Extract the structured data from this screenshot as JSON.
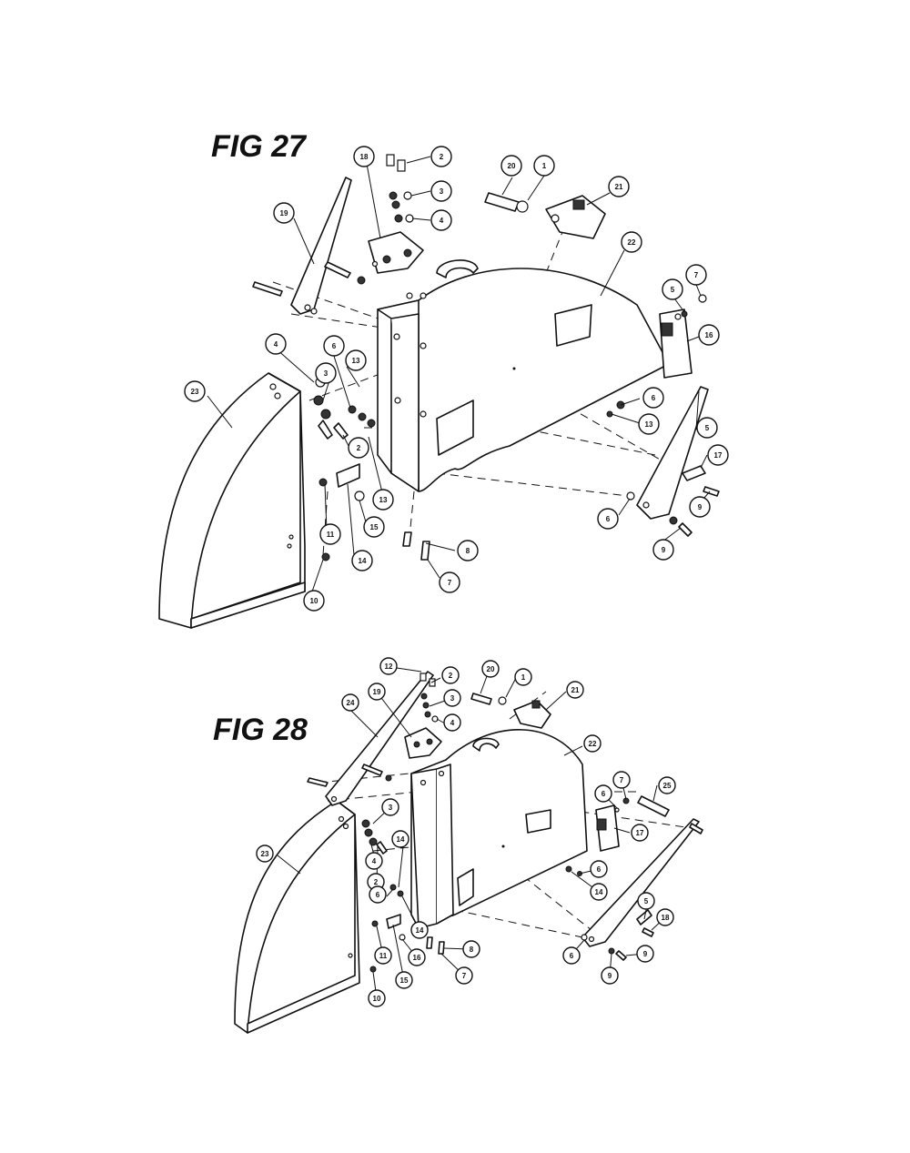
{
  "figures": [
    {
      "id": "fig27",
      "title": "FIG 27",
      "callouts": [
        {
          "label": "2"
        },
        {
          "label": "18"
        },
        {
          "label": "3"
        },
        {
          "label": "4"
        },
        {
          "label": "20"
        },
        {
          "label": "1"
        },
        {
          "label": "21"
        },
        {
          "label": "19"
        },
        {
          "label": "22"
        },
        {
          "label": "7"
        },
        {
          "label": "5"
        },
        {
          "label": "16"
        },
        {
          "label": "4"
        },
        {
          "label": "6"
        },
        {
          "label": "3"
        },
        {
          "label": "13"
        },
        {
          "label": "23"
        },
        {
          "label": "2"
        },
        {
          "label": "6"
        },
        {
          "label": "13"
        },
        {
          "label": "5"
        },
        {
          "label": "17"
        },
        {
          "label": "9"
        },
        {
          "label": "13"
        },
        {
          "label": "11"
        },
        {
          "label": "15"
        },
        {
          "label": "6"
        },
        {
          "label": "14"
        },
        {
          "label": "8"
        },
        {
          "label": "9"
        },
        {
          "label": "7"
        },
        {
          "label": "10"
        }
      ]
    },
    {
      "id": "fig28",
      "title": "FIG 28",
      "callouts": [
        {
          "label": "12"
        },
        {
          "label": "2"
        },
        {
          "label": "20"
        },
        {
          "label": "1"
        },
        {
          "label": "21"
        },
        {
          "label": "19"
        },
        {
          "label": "3"
        },
        {
          "label": "4"
        },
        {
          "label": "24"
        },
        {
          "label": "22"
        },
        {
          "label": "7"
        },
        {
          "label": "25"
        },
        {
          "label": "6"
        },
        {
          "label": "17"
        },
        {
          "label": "3"
        },
        {
          "label": "23"
        },
        {
          "label": "14"
        },
        {
          "label": "4"
        },
        {
          "label": "2"
        },
        {
          "label": "6"
        },
        {
          "label": "6"
        },
        {
          "label": "14"
        },
        {
          "label": "5"
        },
        {
          "label": "18"
        },
        {
          "label": "14"
        },
        {
          "label": "8"
        },
        {
          "label": "9"
        },
        {
          "label": "11"
        },
        {
          "label": "16"
        },
        {
          "label": "6"
        },
        {
          "label": "15"
        },
        {
          "label": "9"
        },
        {
          "label": "7"
        },
        {
          "label": "10"
        }
      ]
    }
  ]
}
